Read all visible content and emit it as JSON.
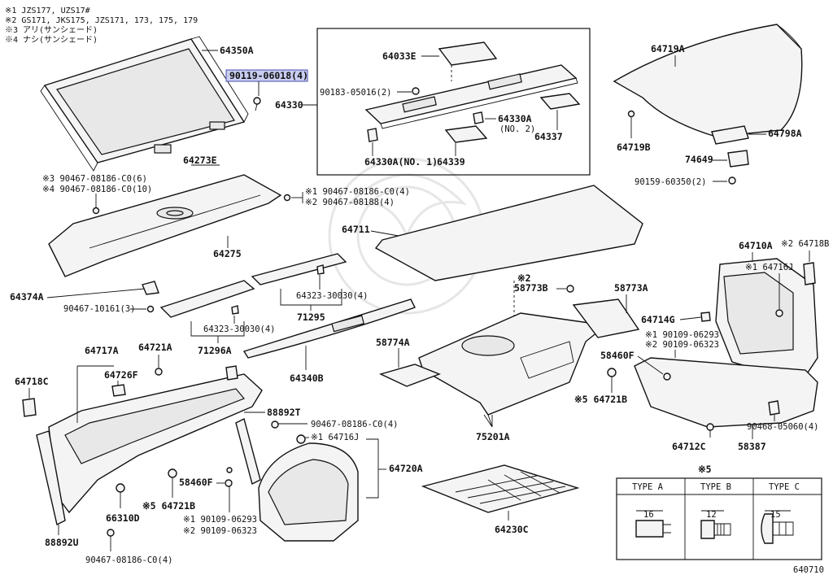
{
  "notes": [
    "※1  JZS177, UZS17#",
    "※2  GS171, JKS175, JZS171, 173, 175, 179",
    "※3  アリ(サンシェード)",
    "※4  ナシ(サンシェード)"
  ],
  "diagram_id": "640710",
  "highlight": {
    "label": "90119-06018(4)",
    "color": "#c9cdf0"
  },
  "labels": {
    "p64350A": "64350A",
    "p64033E": "64033E",
    "p90183": "90183-05016(2)",
    "p64330": "64330",
    "p64330A_n2": "64330A",
    "no2": "(NO. 2)",
    "p64337": "64337",
    "p64330A_n1": "64330A(NO. 1)",
    "p64339": "64339",
    "p64719A": "64719A",
    "p64719B": "64719B",
    "p64798A": "64798A",
    "p74649": "74649",
    "p90159": "90159-60350(2)",
    "p64273E": "64273E",
    "n3a": "※3 90467-08186-C0(6)",
    "n4a": "※4 90467-08186-C0(10)",
    "n1a": "※1 90467-08186-C0(4)",
    "n2a": "※2 90467-08188(4)",
    "p64275": "64275",
    "p64711": "64711",
    "p64374A": "64374A",
    "p90467_10161": "90467-10161(3)",
    "p64323a": "64323-30030(4)",
    "p64323b": "64323-30030(4)",
    "p71295": "71295",
    "p71296A": "71296A",
    "m2": "※2",
    "p58773B": "58773B",
    "p58773A": "58773A",
    "p64710A": "64710A",
    "p64718B": "※2 64718B",
    "p64716J_r": "※1 64716J",
    "p64714G": "64714G",
    "n1b": "※1 90109-06293",
    "n2b": "※2 90109-06323",
    "p58460F_r": "58460F",
    "p64721B_r": "※5 64721B",
    "p64340B": "64340B",
    "p58774A": "58774A",
    "p75201A": "75201A",
    "p64717A": "64717A",
    "p64721A": "64721A",
    "p64726F": "64726F",
    "p64718C": "64718C",
    "p88892T": "88892T",
    "p90467_c4": "90467-08186-C0(4)",
    "p64716J_l": "※1 64716J",
    "p64720A": "64720A",
    "p58460F_l": "58460F",
    "p64721B_l": "※5 64721B",
    "n1c": "※1 90109-06293",
    "n2c": "※2 90109-06323",
    "p66310D": "66310D",
    "p88892U": "88892U",
    "p90467_bottom": "90467-08186-C0(4)",
    "p64230C": "64230C",
    "p90468": "90468-05060(4)",
    "p64712C": "64712C",
    "p58387": "58387"
  },
  "type_table": {
    "marker": "※5",
    "headers": [
      "TYPE A",
      "TYPE B",
      "TYPE C"
    ],
    "dims": [
      "16",
      "12",
      "15"
    ]
  }
}
